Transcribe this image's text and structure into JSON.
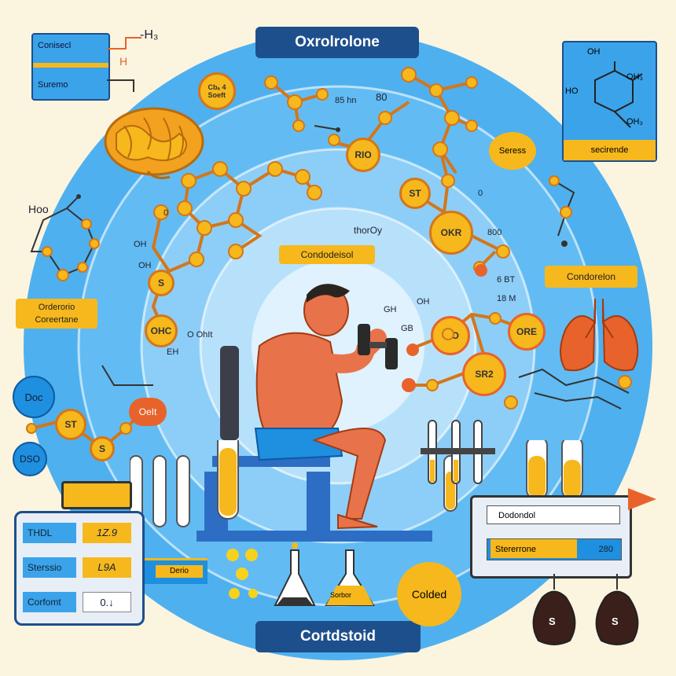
{
  "header": {
    "title": "Oxrolrolone"
  },
  "footer": {
    "title": "Cortdstoid"
  },
  "top_left_card": {
    "line1": "Conisecl",
    "line2": "Suremo",
    "formula": "-H₃",
    "h_label": "H"
  },
  "top_right_card": {
    "oh_top": "OH",
    "oh_side": "OH₃",
    "h_left": "HO",
    "oh_bottom": "OH₃",
    "label": "secirende"
  },
  "labels": {
    "cbp": "Cbₐ 4\nSoeft",
    "num85": "85 hn",
    "num80": "80",
    "seress": "Seress",
    "hoo": "Hoo",
    "oh1": "OH",
    "oh2": "OH",
    "eh": "EH",
    "shorcy": "thorOy",
    "condodesol": "Condodeisol",
    "ordderon": "Orderorio\nCoreertane",
    "oohit": "O OhIt",
    "gh": "GH",
    "gb": "GB",
    "oh3": "OH",
    "num800": "800",
    "num6bt": "6 BT",
    "num18": "18 M",
    "condorelon": "Condorelon",
    "doc": "Doc",
    "dso": "DSO",
    "oeit": "OeIt",
    "num0": "0",
    "num0b": "0"
  },
  "atom_labels": {
    "rio": "RIO",
    "st1": "ST",
    "oh": "OH",
    "okr": "OKR",
    "ohc": "OHC",
    "s": "S",
    "oio": "OIO",
    "ore": "ORE",
    "sr2": "SR2",
    "st2": "ST",
    "s2": "S"
  },
  "bottom_left_panel": {
    "rows": [
      {
        "label": "THDL",
        "value": "1Z.9"
      },
      {
        "label": "Sterssio",
        "value": "L9A"
      },
      {
        "label": "Corfomt",
        "value": "0.↓"
      }
    ]
  },
  "bottom_center": {
    "small_label": "Derio",
    "flask_label": "Sorbor"
  },
  "bottom_right": {
    "row1": "Dodondol",
    "row2": "Stererrone",
    "row2_value": "280",
    "colded": "Colded",
    "bag1": "S",
    "bag2": "S"
  },
  "colors": {
    "sky": "#5cb7f0",
    "navy": "#1d4f8c",
    "yellow": "#f6b81c",
    "orange": "#e8632b",
    "skin": "#e8734a",
    "cream": "#fbf4df"
  }
}
